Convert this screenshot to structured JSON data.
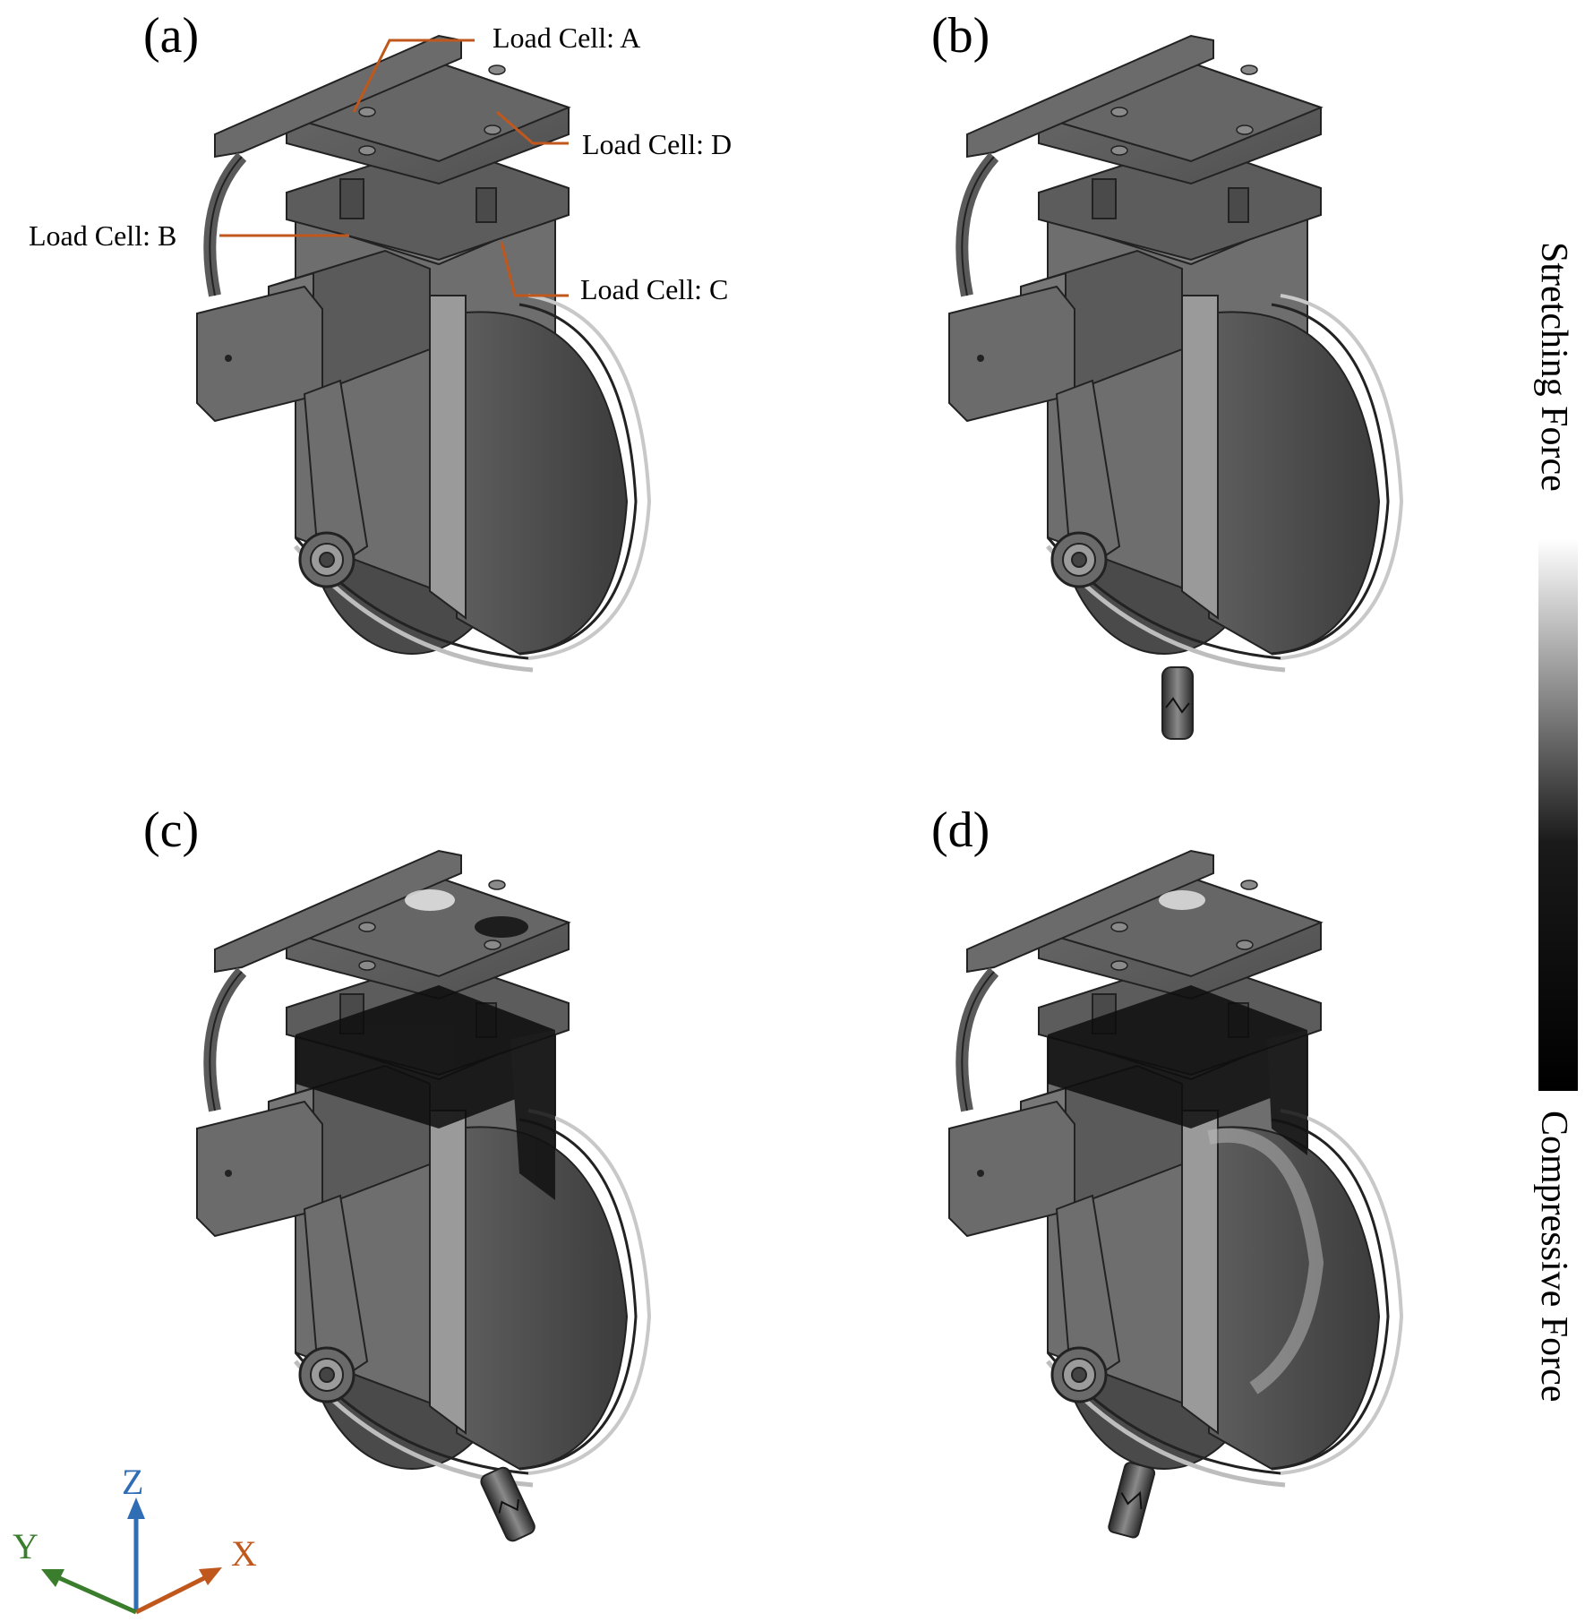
{
  "panels": [
    {
      "label": "(a)"
    },
    {
      "label": "(b)"
    },
    {
      "label": "(c)"
    },
    {
      "label": "(d)"
    }
  ],
  "callouts": {
    "a": "Load Cell: A",
    "b": "Load Cell: B",
    "c": "Load Cell: C",
    "d": "Load Cell: D"
  },
  "legend": {
    "top_label": "Stretching Force",
    "bottom_label": "Compressive Force"
  },
  "axes": {
    "x": "X",
    "y": "Y",
    "z": "Z"
  },
  "colors": {
    "callout": "#c0571c",
    "axis_x": "#c0571c",
    "axis_y": "#3a7d2c",
    "axis_z": "#2f6db5"
  }
}
